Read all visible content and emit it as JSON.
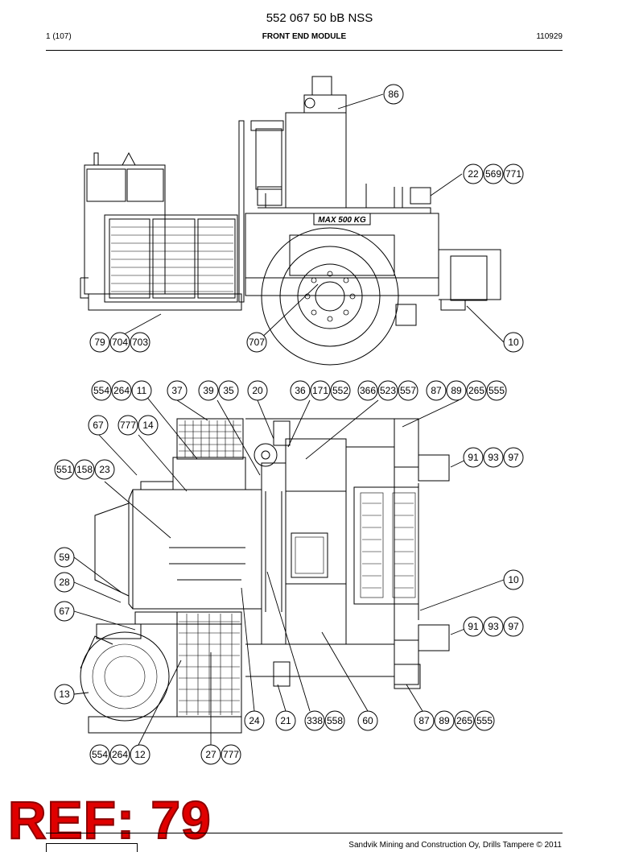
{
  "header": {
    "doc_number": "552 067 50 bB NSS",
    "page": "1 (107)",
    "section": "FRONT END MODULE",
    "date": "110929"
  },
  "stamp": {
    "text": "REF: 79",
    "color": "#e00000"
  },
  "footer": {
    "copyright": "Sandvik Mining and Construction Oy, Drills Tampere © 2011"
  },
  "callouts": [
    {
      "id": "c86",
      "items": [
        "86"
      ]
    },
    {
      "id": "c22",
      "items": [
        "22",
        "569",
        "771"
      ]
    },
    {
      "id": "c79",
      "items": [
        "79",
        "704",
        "703"
      ]
    },
    {
      "id": "c707",
      "items": [
        "707"
      ]
    },
    {
      "id": "c10a",
      "items": [
        "10"
      ]
    },
    {
      "id": "c554a",
      "items": [
        "554",
        "264",
        "11"
      ]
    },
    {
      "id": "c37",
      "items": [
        "37"
      ]
    },
    {
      "id": "c39",
      "items": [
        "39",
        "35"
      ]
    },
    {
      "id": "c20",
      "items": [
        "20"
      ]
    },
    {
      "id": "c36",
      "items": [
        "36",
        "171",
        "552"
      ]
    },
    {
      "id": "c366",
      "items": [
        "366",
        "523",
        "557"
      ]
    },
    {
      "id": "c87a",
      "items": [
        "87",
        "89",
        "265",
        "555"
      ]
    },
    {
      "id": "c67a",
      "items": [
        "67"
      ]
    },
    {
      "id": "c777a",
      "items": [
        "777",
        "14"
      ]
    },
    {
      "id": "c91a",
      "items": [
        "91",
        "93",
        "97"
      ]
    },
    {
      "id": "c551",
      "items": [
        "551",
        "158",
        "23"
      ]
    },
    {
      "id": "c59",
      "items": [
        "59"
      ]
    },
    {
      "id": "c28",
      "items": [
        "28"
      ]
    },
    {
      "id": "c10b",
      "items": [
        "10"
      ]
    },
    {
      "id": "c67b",
      "items": [
        "67"
      ]
    },
    {
      "id": "c91b",
      "items": [
        "91",
        "93",
        "97"
      ]
    },
    {
      "id": "c13",
      "items": [
        "13"
      ]
    },
    {
      "id": "c24",
      "items": [
        "24"
      ]
    },
    {
      "id": "c21",
      "items": [
        "21"
      ]
    },
    {
      "id": "c338",
      "items": [
        "338",
        "558"
      ]
    },
    {
      "id": "c60",
      "items": [
        "60"
      ]
    },
    {
      "id": "c87b",
      "items": [
        "87",
        "89",
        "265",
        "555"
      ]
    },
    {
      "id": "c554b",
      "items": [
        "554",
        "264",
        "12"
      ]
    },
    {
      "id": "c27",
      "items": [
        "27",
        "777"
      ]
    }
  ],
  "colors": {
    "ink": "#000000",
    "stamp": "#e00000"
  }
}
